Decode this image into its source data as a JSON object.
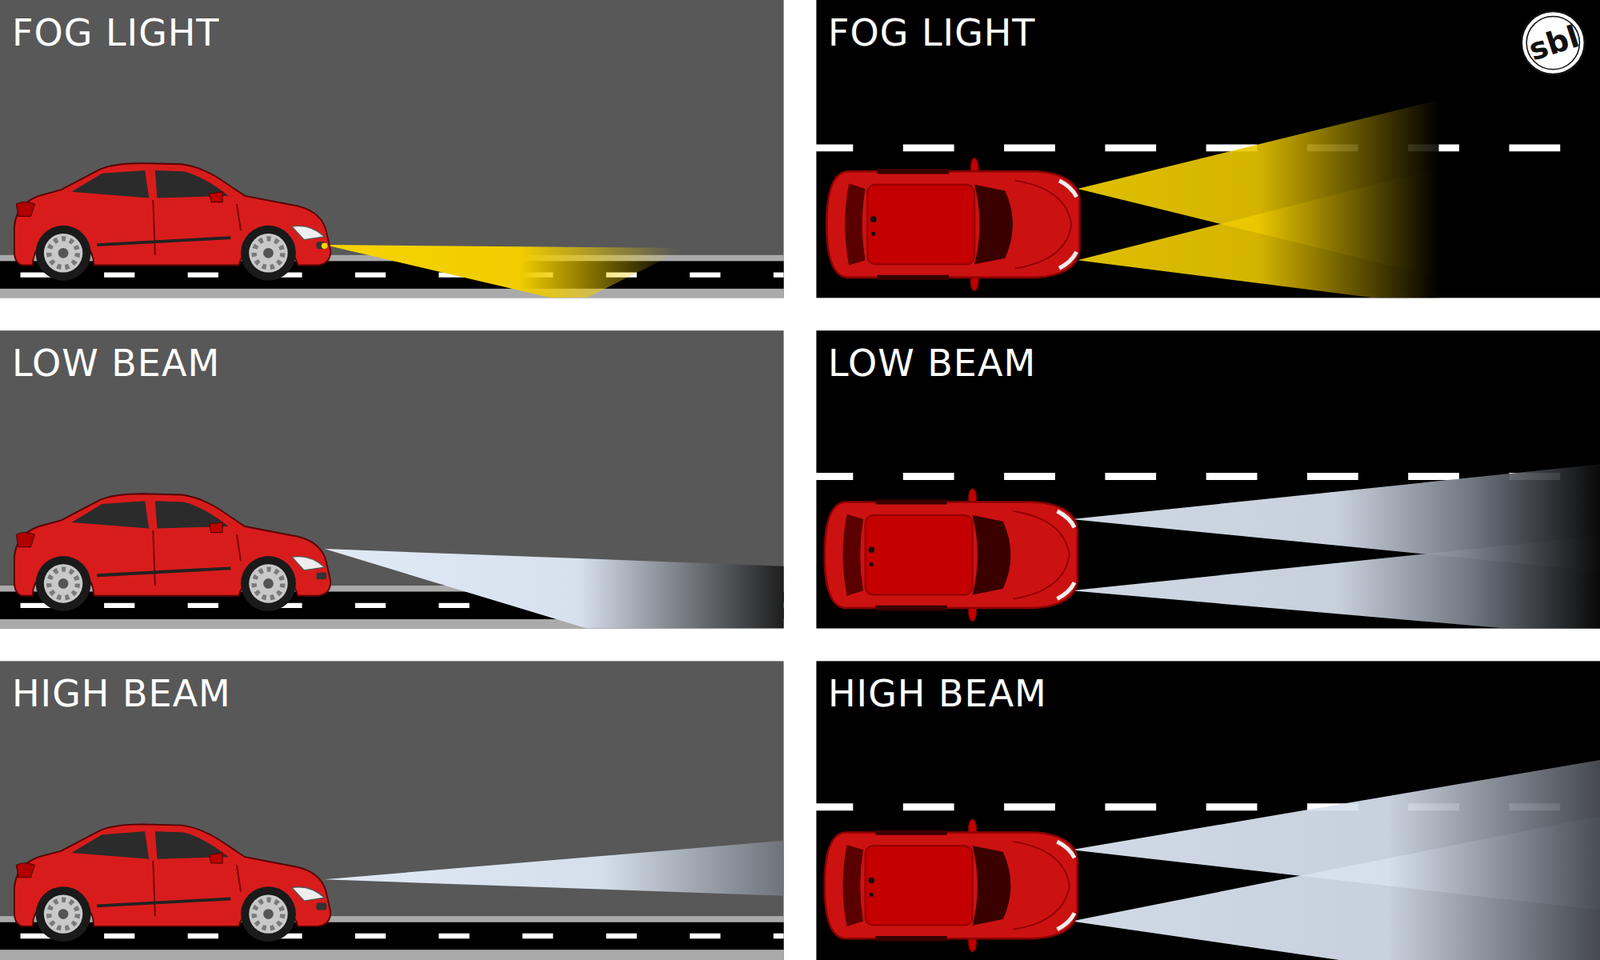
{
  "diagram": {
    "nodes": [
      {
        "text": [
          "FOG LIGHT"
        ]
      },
      {
        "text": [
          "FOG LIGHT"
        ]
      },
      {
        "text": [
          "LOW BEAM"
        ]
      },
      {
        "text": [
          "LOW BEAM"
        ]
      },
      {
        "text": [
          "HIGH BEAM"
        ]
      },
      {
        "text": [
          "HIGH BEAM"
        ]
      }
    ],
    "labels": [
      "sbl"
    ]
  }
}
